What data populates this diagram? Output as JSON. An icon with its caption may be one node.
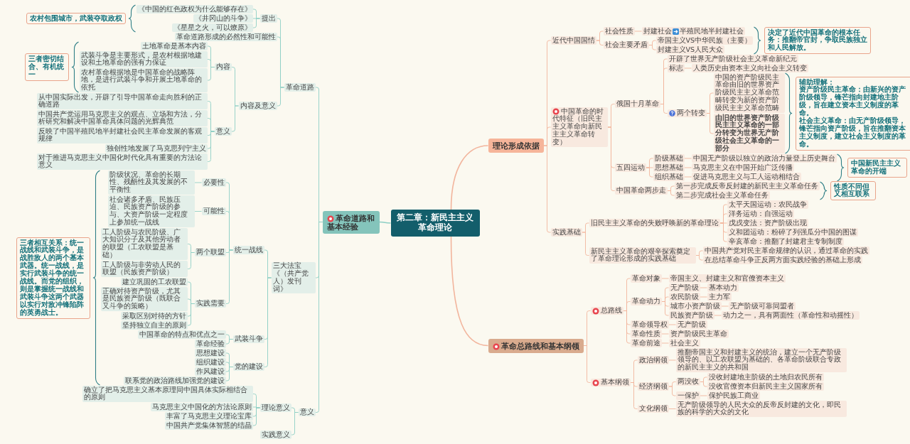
{
  "diagram": {
    "nodes": [
      {
        "text": [
          "第二章：新民主主义革命理论"
        ]
      },
      {
        "text": [
          "革命道路和基本经验"
        ]
      },
      {
        "text": [
          "革命道路"
        ]
      },
      {
        "text": [
          "提出"
        ]
      },
      {
        "text": [
          "《中国的红色政权为什么能够存在》"
        ]
      },
      {
        "text": [
          "《井冈山的斗争》"
        ]
      },
      {
        "text": [
          "《星星之火，可以燎原》"
        ]
      },
      {
        "text": [
          "农村包围城市，武装夺取政权"
        ]
      },
      {
        "text": [
          "革命道路形成的必然性和可能性"
        ]
      },
      {
        "text": [
          "内容及意义"
        ]
      },
      {
        "text": [
          "内容"
        ]
      },
      {
        "text": [
          "土地革命是基本内容"
        ]
      },
      {
        "text": [
          "武装斗争是主要形式，是农村根据地建设和土地革命的强有力保证"
        ]
      },
      {
        "text": [
          "农村革命根据地是中国革命的战略阵地，是进行武装斗争和开展土地革命的依托"
        ]
      },
      {
        "text": [
          "三者密切结合、有机统一"
        ]
      },
      {
        "text": [
          "意义"
        ]
      },
      {
        "text": [
          "从中国实际出发，开辟了引导中国革命走向胜利的正确道路"
        ]
      },
      {
        "text": [
          "中国共产党运用马克思主义的观点、立场和方法，分析研究和解决中国革命具体问题的光辉典范"
        ]
      },
      {
        "text": [
          "反映了中国半殖民地半封建社会民主革命发展的客观规律"
        ]
      },
      {
        "text": [
          "独创性地发展了马克思列宁主义"
        ]
      },
      {
        "text": [
          "对于推进马克思主义中国化时代化具有重要的方法论意义"
        ]
      },
      {
        "text": [
          "三大法宝",
          "《（共产党人）发刊词》"
        ]
      },
      {
        "text": [
          "统一战线"
        ]
      },
      {
        "text": [
          "必要性"
        ]
      },
      {
        "text": [
          "阶级状况、革命的长期性、残酷性及其发展的不平衡性"
        ]
      },
      {
        "text": [
          "可能性"
        ]
      },
      {
        "text": [
          "社会诸多矛盾、民族压迫、民族资产阶级的参与、大资产阶级一定程度上参加统一战线"
        ]
      },
      {
        "text": [
          "两个联盟"
        ]
      },
      {
        "text": [
          "工人阶级与农民阶级、广大知识分子及其他劳动者的联盟（工农联盟是基础）"
        ]
      },
      {
        "text": [
          "工人阶级与非劳动人民的联盟（民族资产阶级）"
        ]
      },
      {
        "text": [
          "实践需要"
        ]
      },
      {
        "text": [
          "建立巩固的工农联盟"
        ]
      },
      {
        "text": [
          "正确对待资产阶级，尤其是民族资产阶级（既联合又斗争的策略）"
        ]
      },
      {
        "text": [
          "采取区别对待的方针"
        ]
      },
      {
        "text": [
          "坚持独立自主的原则"
        ]
      },
      {
        "text": [
          "武装斗争"
        ]
      },
      {
        "text": [
          "中国革命的特点和优点之一"
        ]
      },
      {
        "text": [
          "革命经验"
        ]
      },
      {
        "text": [
          "党的建设"
        ]
      },
      {
        "text": [
          "思想建设"
        ]
      },
      {
        "text": [
          "组织建设"
        ]
      },
      {
        "text": [
          "作风建设"
        ]
      },
      {
        "text": [
          "联系党的政治路线加强党的建设"
        ]
      },
      {
        "text": [
          "三者相互关系：统一战线和武装斗争，是战胜敌人的两个基本武器。统一战线，是实行武装斗争的统一战线。而党的组织，则是掌握统一战线和武装斗争这两个武器以实行对敌冲锋陷阵的英勇战士。"
        ]
      },
      {
        "text": [
          "意义"
        ]
      },
      {
        "text": [
          "理论意义"
        ]
      },
      {
        "text": [
          "确立了把马克思主义基本原理同中国具体实际相结合的原则"
        ]
      },
      {
        "text": [
          "马克思主义中国化的方法论原则"
        ]
      },
      {
        "text": [
          "丰富了马克思主义理论宝库"
        ]
      },
      {
        "text": [
          "中国共产党集体智慧的结晶"
        ]
      },
      {
        "text": [
          "实践意义"
        ]
      },
      {
        "text": [
          "理论形成依据"
        ]
      },
      {
        "text": [
          "近代中国国情"
        ]
      },
      {
        "text": [
          "社会性质"
        ]
      },
      {
        "text": [
          "封建社会",
          "半殖民地半封建社会"
        ]
      },
      {
        "text": [
          "社会主要矛盾"
        ]
      },
      {
        "text": [
          "帝国主义VS中华民族（主要）"
        ]
      },
      {
        "text": [
          "封建主义VS人民大众"
        ]
      },
      {
        "text": [
          "决定了近代中国革命的根本任务：推翻帝官封，争取民族独立和人民解放。"
        ]
      },
      {
        "text": [
          "中国革命的时代特征（旧民主主义革命向新民主主义革命转变）"
        ]
      },
      {
        "text": [
          "俄国十月革命"
        ]
      },
      {
        "text": [
          "开辟了世界无产阶级社会主义革命新纪元"
        ]
      },
      {
        "text": [
          "标志"
        ]
      },
      {
        "text": [
          "人类历史由资本主义向社会主义转变"
        ]
      },
      {
        "text": [
          "两个转变"
        ]
      },
      {
        "text": [
          "中国的资产阶级民主革命由旧的世界资产阶级民主主义革命范畴转变为新的资产阶级民主主义革命范畴"
        ]
      },
      {
        "text": [
          "由旧的世界资产阶级民主主义革命的一部分转变为世界无产阶级社会主义革命的一部分"
        ]
      },
      {
        "text": [
          "辅助理解：",
          "资产阶级民主革命：由新兴的资产阶级领导，锋芒指向封建地主阶级，旨在建立资本主义制度的革命。",
          "社会主义革命：由无产阶级领导，锋芒指向资产阶级，旨在推翻资本主义制度，建立社会主义制度的革命。"
        ]
      },
      {
        "text": [
          "五四运动"
        ]
      },
      {
        "text": [
          "阶级基础"
        ]
      },
      {
        "text": [
          "中国无产阶级以独立的政治力量登上历史舞台"
        ]
      },
      {
        "text": [
          "思想基础"
        ]
      },
      {
        "text": [
          "马克思主义在中国开始广泛传播"
        ]
      },
      {
        "text": [
          "组织基础"
        ]
      },
      {
        "text": [
          "促进马克思主义与工人运动相结合"
        ]
      },
      {
        "text": [
          "中国新民主主义革命的开端"
        ]
      },
      {
        "text": [
          "中国革命两步走"
        ]
      },
      {
        "text": [
          "第一步完成反帝反封建的新民主主义革命任务"
        ]
      },
      {
        "text": [
          "第二步完成社会主义革命任务"
        ]
      },
      {
        "text": [
          "性质不同但又相互联系"
        ]
      },
      {
        "text": [
          "实践基础"
        ]
      },
      {
        "text": [
          "旧民主主义革命的失败呼唤新的革命理论"
        ]
      },
      {
        "text": [
          "太平天国运动：农民战争"
        ]
      },
      {
        "text": [
          "洋务运动：自强运动"
        ]
      },
      {
        "text": [
          "戊戌变法：资产阶级出现"
        ]
      },
      {
        "text": [
          "义和团运动：粉碎了列强瓜分中国的图谋"
        ]
      },
      {
        "text": [
          "辛亥革命：推翻了封建君主专制制度"
        ]
      },
      {
        "text": [
          "新民主主义革命的艰辛探索奠定了革命理论形成的实践基础"
        ]
      },
      {
        "text": [
          "中国共产党对民主革命规律的认识，通过革命的实践"
        ]
      },
      {
        "text": [
          "在总结革命斗争正反两方面实践经验的基础上形成"
        ]
      },
      {
        "text": [
          "革命总路线和基本纲领"
        ]
      },
      {
        "text": [
          "总路线"
        ]
      },
      {
        "text": [
          "革命对象"
        ]
      },
      {
        "text": [
          "帝国主义、封建主义和官僚资本主义"
        ]
      },
      {
        "text": [
          "革命动力"
        ]
      },
      {
        "text": [
          "无产阶级"
        ]
      },
      {
        "text": [
          "基本动力"
        ]
      },
      {
        "text": [
          "农民阶级"
        ]
      },
      {
        "text": [
          "主力军"
        ]
      },
      {
        "text": [
          "城市小资产阶级"
        ]
      },
      {
        "text": [
          "无产阶级可靠同盟者"
        ]
      },
      {
        "text": [
          "民族资产阶级"
        ]
      },
      {
        "text": [
          "动力之一，具有两面性（革命性和动摇性）"
        ]
      },
      {
        "text": [
          "革命领导权"
        ]
      },
      {
        "text": [
          "无产阶级"
        ]
      },
      {
        "text": [
          "革命性质"
        ]
      },
      {
        "text": [
          "资产阶级民主革命"
        ]
      },
      {
        "text": [
          "革命前途"
        ]
      },
      {
        "text": [
          "社会主义"
        ]
      },
      {
        "text": [
          "基本纲领"
        ]
      },
      {
        "text": [
          "政治纲领"
        ]
      },
      {
        "text": [
          "推翻帝国主义和封建主义的统治，建立一个无产阶级领导的、以工农联盟为基础的、各革命阶级联合专政的新民主主义的共和国"
        ]
      },
      {
        "text": [
          "经济纲领"
        ]
      },
      {
        "text": [
          "两没收"
        ]
      },
      {
        "text": [
          "没收封建地主阶级的土地归农民所有"
        ]
      },
      {
        "text": [
          "没收官僚资本归新民主主义国家所有"
        ]
      },
      {
        "text": [
          "一保护"
        ]
      },
      {
        "text": [
          "保护民族工商业"
        ]
      },
      {
        "text": [
          "文化纲领"
        ]
      },
      {
        "text": [
          "无产阶级领导的人民大众的反帝反封建的文化，即民族的科学的大众的文化"
        ]
      }
    ],
    "edges": [
      {
        "from": 0,
        "to": 1,
        "arrow": "none",
        "color": "#8ecfc5"
      },
      {
        "from": 1,
        "to": 2,
        "arrow": "none",
        "color": "#8ecfc5"
      },
      {
        "from": 2,
        "to": 3,
        "arrow": "none",
        "color": "#8ecfc5"
      },
      {
        "from": 3,
        "to": 4,
        "arrow": "none",
        "color": "#8ecfc5"
      },
      {
        "from": 3,
        "to": 5,
        "arrow": "none",
        "color": "#8ecfc5"
      },
      {
        "from": 3,
        "to": 6,
        "arrow": "none",
        "color": "#8ecfc5"
      },
      {
        "from": 2,
        "to": 8,
        "arrow": "none",
        "color": "#8ecfc5"
      },
      {
        "from": 2,
        "to": 9,
        "arrow": "none",
        "color": "#8ecfc5"
      },
      {
        "from": 9,
        "to": 10,
        "arrow": "none",
        "color": "#8ecfc5"
      },
      {
        "from": 10,
        "to": 11,
        "arrow": "none",
        "color": "#8ecfc5"
      },
      {
        "from": 10,
        "to": 12,
        "arrow": "none",
        "color": "#8ecfc5"
      },
      {
        "from": 10,
        "to": 13,
        "arrow": "none",
        "color": "#8ecfc5"
      },
      {
        "from": 9,
        "to": 15,
        "arrow": "none",
        "color": "#8ecfc5"
      },
      {
        "from": 15,
        "to": 16,
        "arrow": "none",
        "color": "#8ecfc5"
      },
      {
        "from": 15,
        "to": 17,
        "arrow": "none",
        "color": "#8ecfc5"
      },
      {
        "from": 15,
        "to": 18,
        "arrow": "none",
        "color": "#8ecfc5"
      },
      {
        "from": 15,
        "to": 19,
        "arrow": "none",
        "color": "#8ecfc5"
      },
      {
        "from": 15,
        "to": 20,
        "arrow": "none",
        "color": "#8ecfc5"
      },
      {
        "from": 1,
        "to": 21,
        "arrow": "none",
        "color": "#8ecfc5"
      },
      {
        "from": 21,
        "to": 22,
        "arrow": "none",
        "color": "#8ecfc5"
      },
      {
        "from": 22,
        "to": 23,
        "arrow": "none",
        "color": "#8ecfc5"
      },
      {
        "from": 23,
        "to": 24,
        "arrow": "none",
        "color": "#8ecfc5"
      },
      {
        "from": 22,
        "to": 25,
        "arrow": "none",
        "color": "#8ecfc5"
      },
      {
        "from": 25,
        "to": 26,
        "arrow": "none",
        "color": "#8ecfc5"
      },
      {
        "from": 22,
        "to": 27,
        "arrow": "none",
        "color": "#8ecfc5"
      },
      {
        "from": 27,
        "to": 28,
        "arrow": "none",
        "color": "#8ecfc5"
      },
      {
        "from": 27,
        "to": 29,
        "arrow": "none",
        "color": "#8ecfc5"
      },
      {
        "from": 22,
        "to": 30,
        "arrow": "none",
        "color": "#8ecfc5"
      },
      {
        "from": 30,
        "to": 31,
        "arrow": "none",
        "color": "#8ecfc5"
      },
      {
        "from": 30,
        "to": 32,
        "arrow": "none",
        "color": "#8ecfc5"
      },
      {
        "from": 30,
        "to": 33,
        "arrow": "none",
        "color": "#8ecfc5"
      },
      {
        "from": 30,
        "to": 34,
        "arrow": "none",
        "color": "#8ecfc5"
      },
      {
        "from": 21,
        "to": 35,
        "arrow": "none",
        "color": "#8ecfc5"
      },
      {
        "from": 35,
        "to": 36,
        "arrow": "none",
        "color": "#8ecfc5"
      },
      {
        "from": 35,
        "to": 37,
        "arrow": "none",
        "color": "#8ecfc5"
      },
      {
        "from": 21,
        "to": 38,
        "arrow": "none",
        "color": "#8ecfc5"
      },
      {
        "from": 38,
        "to": 39,
        "arrow": "none",
        "color": "#8ecfc5"
      },
      {
        "from": 38,
        "to": 40,
        "arrow": "none",
        "color": "#8ecfc5"
      },
      {
        "from": 38,
        "to": 41,
        "arrow": "none",
        "color": "#8ecfc5"
      },
      {
        "from": 38,
        "to": 42,
        "arrow": "none",
        "color": "#8ecfc5"
      },
      {
        "from": 1,
        "to": 44,
        "arrow": "none",
        "color": "#8ecfc5"
      },
      {
        "from": 44,
        "to": 45,
        "arrow": "none",
        "color": "#8ecfc5"
      },
      {
        "from": 45,
        "to": 46,
        "arrow": "none",
        "color": "#8ecfc5"
      },
      {
        "from": 45,
        "to": 47,
        "arrow": "none",
        "color": "#8ecfc5"
      },
      {
        "from": 45,
        "to": 48,
        "arrow": "none",
        "color": "#8ecfc5"
      },
      {
        "from": 45,
        "to": 49,
        "arrow": "none",
        "color": "#8ecfc5"
      },
      {
        "from": 44,
        "to": 50,
        "arrow": "none",
        "color": "#8ecfc5"
      },
      {
        "from": 0,
        "to": 51,
        "arrow": "none"
      },
      {
        "from": 51,
        "to": 52,
        "arrow": "none"
      },
      {
        "from": 52,
        "to": 53,
        "arrow": "none"
      },
      {
        "from": 53,
        "to": 54,
        "arrow": "none"
      },
      {
        "from": 52,
        "to": 55,
        "arrow": "none"
      },
      {
        "from": 55,
        "to": 56,
        "arrow": "none"
      },
      {
        "from": 55,
        "to": 57,
        "arrow": "none"
      },
      {
        "from": 51,
        "to": 59,
        "arrow": "none"
      },
      {
        "from": 59,
        "to": 60,
        "arrow": "none"
      },
      {
        "from": 60,
        "to": 61,
        "arrow": "none"
      },
      {
        "from": 60,
        "to": 62,
        "arrow": "none"
      },
      {
        "from": 62,
        "to": 63,
        "arrow": "none"
      },
      {
        "from": 60,
        "to": 64,
        "arrow": "none"
      },
      {
        "from": 64,
        "to": 65,
        "arrow": "none"
      },
      {
        "from": 64,
        "to": 66,
        "arrow": "none"
      },
      {
        "from": 59,
        "to": 68,
        "arrow": "none"
      },
      {
        "from": 68,
        "to": 69,
        "arrow": "none"
      },
      {
        "from": 69,
        "to": 70,
        "arrow": "none"
      },
      {
        "from": 68,
        "to": 71,
        "arrow": "none"
      },
      {
        "from": 71,
        "to": 72,
        "arrow": "none"
      },
      {
        "from": 68,
        "to": 73,
        "arrow": "none"
      },
      {
        "from": 73,
        "to": 74,
        "arrow": "none"
      },
      {
        "from": 59,
        "to": 76,
        "arrow": "none"
      },
      {
        "from": 76,
        "to": 77,
        "arrow": "none"
      },
      {
        "from": 76,
        "to": 78,
        "arrow": "none"
      },
      {
        "from": 51,
        "to": 80,
        "arrow": "none"
      },
      {
        "from": 80,
        "to": 81,
        "arrow": "none"
      },
      {
        "from": 81,
        "to": 82,
        "arrow": "none"
      },
      {
        "from": 81,
        "to": 83,
        "arrow": "none"
      },
      {
        "from": 81,
        "to": 84,
        "arrow": "none"
      },
      {
        "from": 81,
        "to": 85,
        "arrow": "none"
      },
      {
        "from": 81,
        "to": 86,
        "arrow": "none"
      },
      {
        "from": 80,
        "to": 87,
        "arrow": "none"
      },
      {
        "from": 87,
        "to": 88,
        "arrow": "none"
      },
      {
        "from": 87,
        "to": 89,
        "arrow": "none"
      },
      {
        "from": 0,
        "to": 90,
        "arrow": "none"
      },
      {
        "from": 90,
        "to": 91,
        "arrow": "none"
      },
      {
        "from": 91,
        "to": 92,
        "arrow": "none"
      },
      {
        "from": 92,
        "to": 93,
        "arrow": "none"
      },
      {
        "from": 91,
        "to": 94,
        "arrow": "none"
      },
      {
        "from": 94,
        "to": 95,
        "arrow": "none"
      },
      {
        "from": 95,
        "to": 96,
        "arrow": "none"
      },
      {
        "from": 94,
        "to": 97,
        "arrow": "none"
      },
      {
        "from": 97,
        "to": 98,
        "arrow": "none"
      },
      {
        "from": 94,
        "to": 99,
        "arrow": "none"
      },
      {
        "from": 99,
        "to": 100,
        "arrow": "none"
      },
      {
        "from": 94,
        "to": 101,
        "arrow": "none"
      },
      {
        "from": 101,
        "to": 102,
        "arrow": "none"
      },
      {
        "from": 91,
        "to": 103,
        "arrow": "none"
      },
      {
        "from": 103,
        "to": 104,
        "arrow": "none"
      },
      {
        "from": 91,
        "to": 105,
        "arrow": "none"
      },
      {
        "from": 105,
        "to": 106,
        "arrow": "none"
      },
      {
        "from": 91,
        "to": 107,
        "arrow": "none"
      },
      {
        "from": 107,
        "to": 108,
        "arrow": "none"
      },
      {
        "from": 90,
        "to": 109,
        "arrow": "none"
      },
      {
        "from": 109,
        "to": 110,
        "arrow": "none"
      },
      {
        "from": 110,
        "to": 111,
        "arrow": "none"
      },
      {
        "from": 109,
        "to": 112,
        "arrow": "none"
      },
      {
        "from": 112,
        "to": 113,
        "arrow": "none"
      },
      {
        "from": 113,
        "to": 114,
        "arrow": "none"
      },
      {
        "from": 113,
        "to": 115,
        "arrow": "none"
      },
      {
        "from": 112,
        "to": 116,
        "arrow": "none"
      },
      {
        "from": 116,
        "to": 117,
        "arrow": "none"
      },
      {
        "from": 109,
        "to": 118,
        "arrow": "none"
      },
      {
        "from": 118,
        "to": 119,
        "arrow": "none"
      }
    ]
  }
}
